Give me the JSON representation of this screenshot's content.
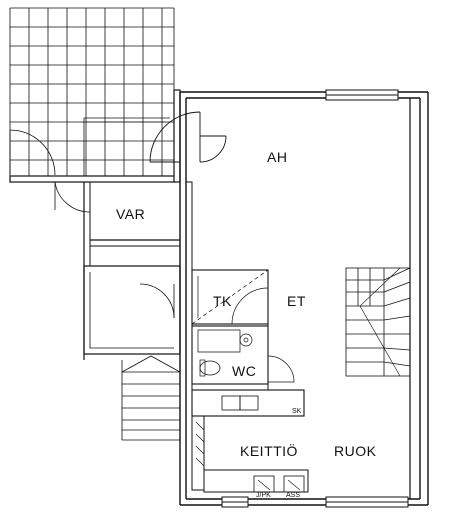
{
  "rooms": {
    "ah": "AH",
    "var": "VAR",
    "tk": "TK",
    "et": "ET",
    "wc": "WC",
    "keittio": "KEITTIÖ",
    "ruok": "RUOK"
  },
  "fixtures": {
    "appliance_sk": "SK",
    "appliance_jkpk": "J/PK",
    "appliance_ass": "ASS"
  }
}
